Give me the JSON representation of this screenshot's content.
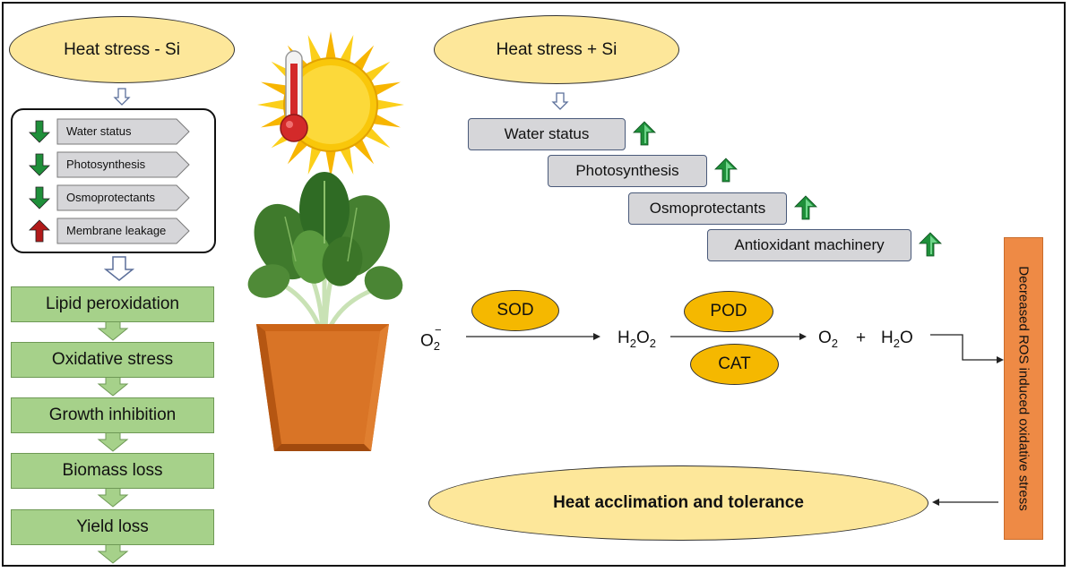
{
  "left": {
    "title": "Heat stress - Si",
    "panel": [
      {
        "label": "Water status",
        "direction": "down",
        "color": "#1f8f3a"
      },
      {
        "label": "Photosynthesis",
        "direction": "down",
        "color": "#1f8f3a"
      },
      {
        "label": "Osmoprotectants",
        "direction": "down",
        "color": "#1f8f3a"
      },
      {
        "label": "Membrane leakage",
        "direction": "up",
        "color": "#b11a1a"
      }
    ],
    "chain": [
      "Lipid peroxidation",
      "Oxidative stress",
      "Growth inhibition",
      "Biomass loss",
      "Yield loss"
    ]
  },
  "right": {
    "title": "Heat stress + Si",
    "steps": [
      "Water status",
      "Photosynthesis",
      "Osmoprotectants",
      "Antioxidant machinery"
    ],
    "enzymes": {
      "sod": "SOD",
      "pod": "POD",
      "cat": "CAT"
    },
    "chemistry": {
      "superoxide": "O",
      "superoxide_sub": "2",
      "superoxide_sup": "−",
      "peroxide_a": "H",
      "peroxide_sub1": "2",
      "peroxide_b": "O",
      "peroxide_sub2": "2",
      "oxygen": "O",
      "oxygen_sub": "2",
      "plus": "+",
      "water_a": "H",
      "water_sub": "2",
      "water_b": "O"
    },
    "ros_label": "Decreased ROS induced oxidative stress",
    "outcome": "Heat acclimation and tolerance"
  },
  "colors": {
    "ellipse": "#fde79a",
    "enzyme": "#f5b800",
    "gray_box": "#d6d6d9",
    "green_box": "#a6d18a",
    "ros_box": "#ee8a45",
    "pot": "#cc6518",
    "up_arrow": "#1f8f3a",
    "down_arrow": "#1f8f3a",
    "red_arrow": "#b11a1a"
  }
}
